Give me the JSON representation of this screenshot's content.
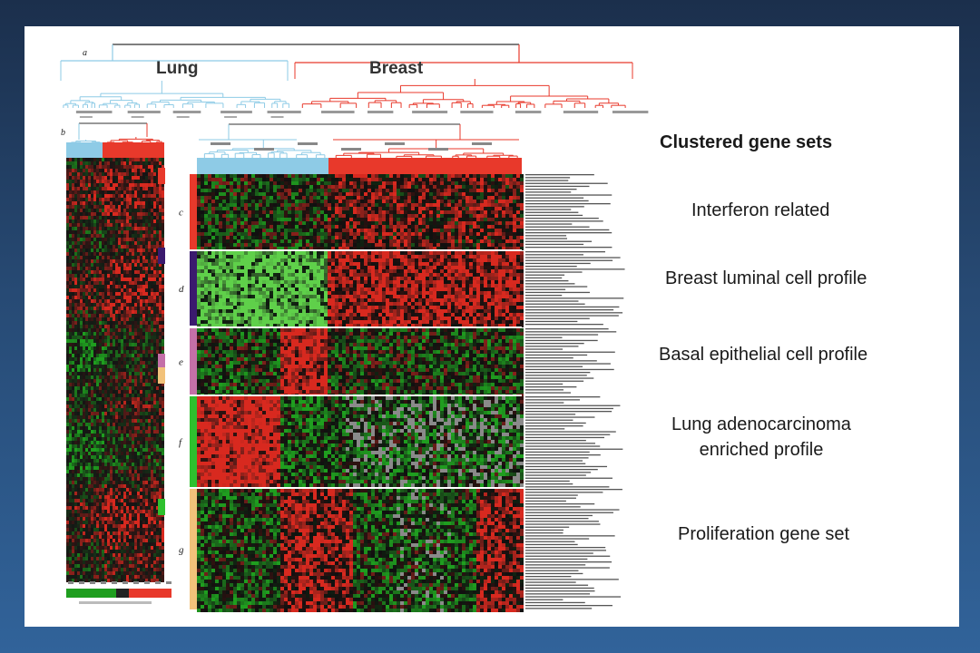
{
  "figure": {
    "panel_labels": [
      "a",
      "b",
      "c",
      "d",
      "e",
      "f",
      "g"
    ],
    "dendrogram_labels": {
      "lung": "Lung",
      "breast": "Breast"
    },
    "colors": {
      "lung": "#8ecbe6",
      "breast": "#e8392b",
      "heat_green": "#1f9e1f",
      "heat_red": "#d8291f",
      "heat_black": "#141414",
      "heat_grey": "#8a8a8a"
    }
  },
  "legend": {
    "title": "Clustered gene sets",
    "items": [
      "Interferon related",
      "Breast luminal cell profile",
      "Basal epithelial cell profile",
      "Lung adenocarcinoma enriched profile",
      "Proliferation gene set"
    ],
    "item_lines": {
      "adeno_line1": "Lung adenocarcinoma",
      "adeno_line2": "enriched profile"
    }
  }
}
